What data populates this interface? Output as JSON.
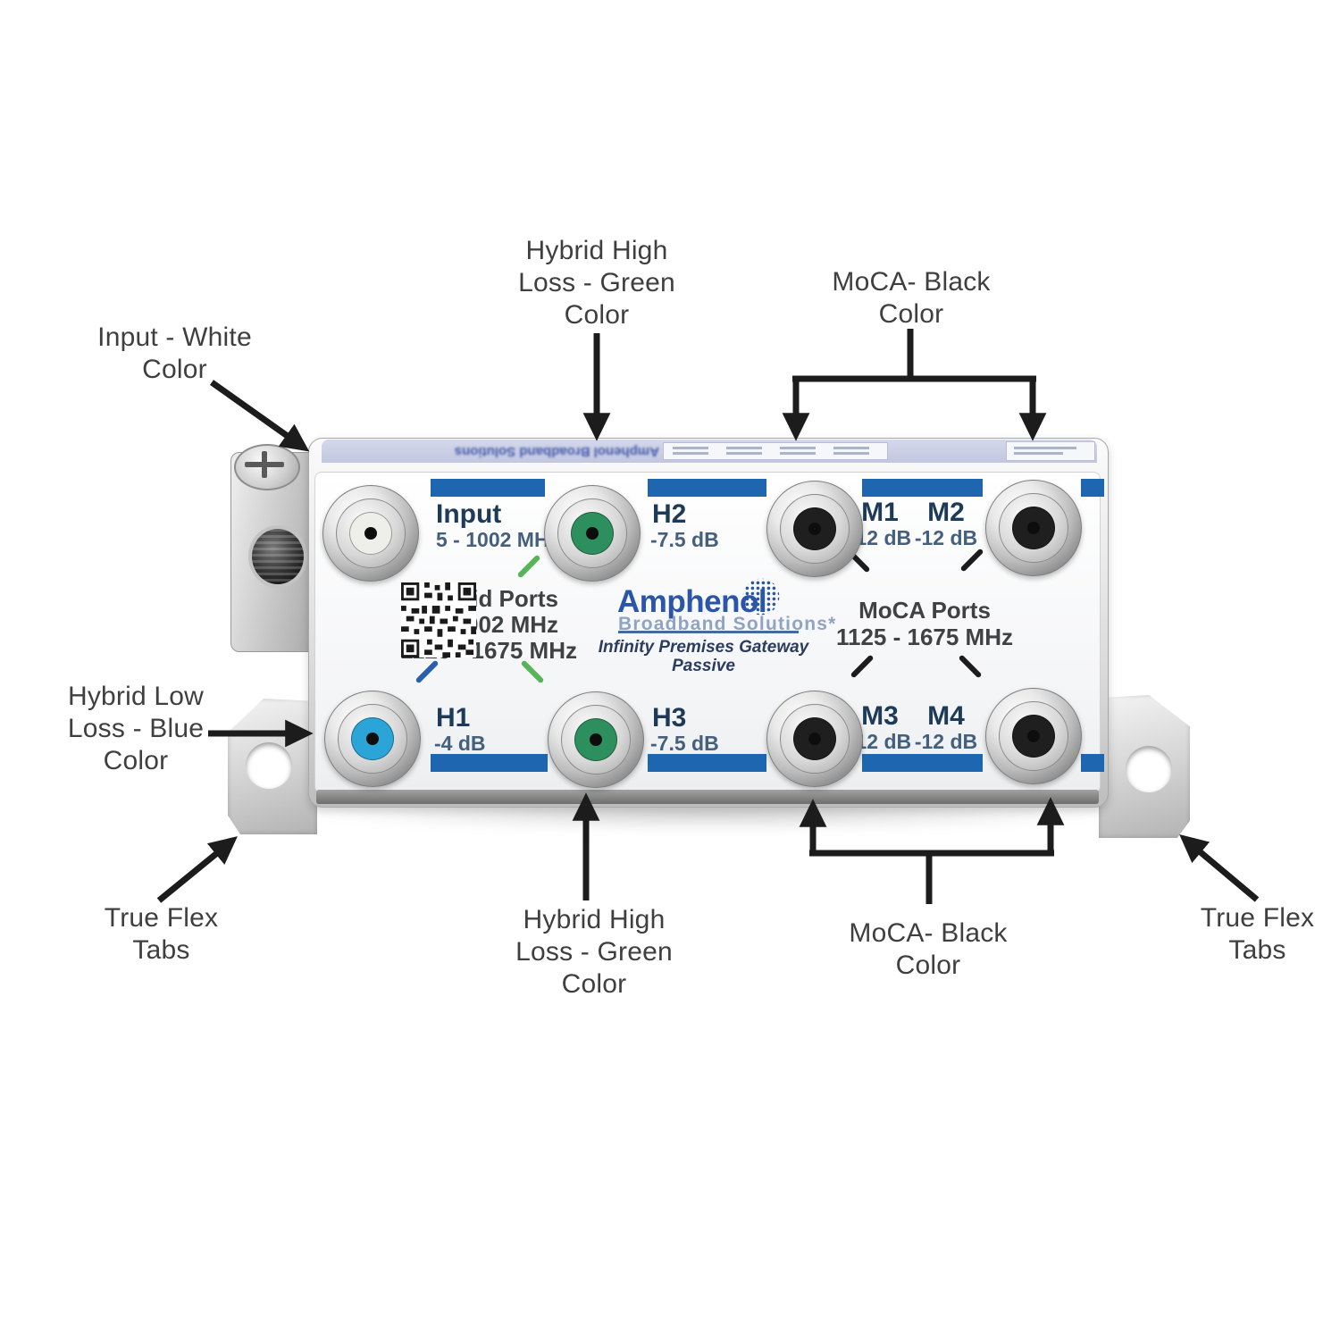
{
  "annotations": {
    "input_white": "Input - White\nColor",
    "hybrid_high_top": "Hybrid High\nLoss - Green\nColor",
    "moca_top": "MoCA- Black\nColor",
    "hybrid_low": "Hybrid Low\nLoss - Blue\nColor",
    "true_flex_left": "True Flex\nTabs",
    "hybrid_high_bottom": "Hybrid High\nLoss - Green\nColor",
    "moca_bottom": "MoCA- Black\nColor",
    "true_flex_right": "True Flex\nTabs"
  },
  "device": {
    "top_label_strip": {
      "brand_text": "Amphenol Broadband Solutions"
    },
    "ports": {
      "top": [
        {
          "name": "Input",
          "value": "5 - 1002 MHz",
          "color_name": "white",
          "color": "#efefe9"
        },
        {
          "name": "H2",
          "value": "-7.5 dB",
          "color_name": "green",
          "color": "#2e8f5e"
        },
        {
          "name": "M1",
          "value": "-12 dB",
          "color_name": "black",
          "color": "#1f1f1f"
        },
        {
          "name": "M2",
          "value": "-12 dB",
          "color_name": "black",
          "color": "#1f1f1f"
        }
      ],
      "bottom": [
        {
          "name": "H1",
          "value": "-4 dB",
          "color_name": "blue",
          "color": "#2ba4d8"
        },
        {
          "name": "H3",
          "value": "-7.5 dB",
          "color_name": "green",
          "color": "#2e8f5e"
        },
        {
          "name": "M3",
          "value": "-12 dB",
          "color_name": "black",
          "color": "#1f1f1f"
        },
        {
          "name": "M4",
          "value": "-12 dB",
          "color_name": "black",
          "color": "#1f1f1f"
        }
      ]
    },
    "center": {
      "hybrid_ports": "Hybrid Ports\n5 - 1002 MHz\n1125 - 1675 MHz",
      "brand": "Amphenol",
      "brand_sub": "Broadband Solutions*",
      "tagline": "Infinity Premises Gateway Passive",
      "moca_ports": "MoCA Ports\n1125 - 1675 MHz"
    },
    "accent_colors": {
      "bar_blue": "#1e66b0",
      "brand_blue": "#2a55a8",
      "tick_green": "#56b556",
      "tick_blue": "#2a5fb0",
      "tick_black": "#1c1c1c",
      "arrow_black": "#1c1c1c"
    }
  }
}
